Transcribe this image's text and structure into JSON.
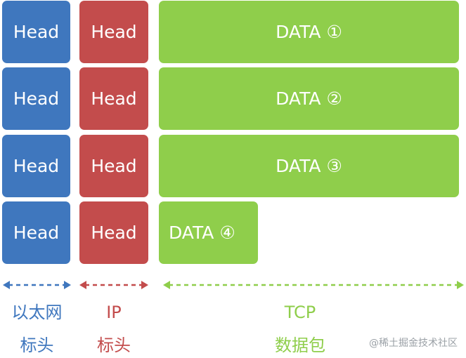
{
  "rows": [
    {
      "ethernet_head": "Head",
      "ip_head": "Head",
      "data": "DATA ①"
    },
    {
      "ethernet_head": "Head",
      "ip_head": "Head",
      "data": "DATA ②"
    },
    {
      "ethernet_head": "Head",
      "ip_head": "Head",
      "data": "DATA ③"
    },
    {
      "ethernet_head": "Head",
      "ip_head": "Head",
      "data": "DATA ④"
    }
  ],
  "labels": {
    "ethernet": {
      "line1": "以太网",
      "line2": "标头"
    },
    "ip": {
      "line1": "IP",
      "line2": "标头"
    },
    "tcp": {
      "line1": "TCP",
      "line2": "数据包"
    }
  },
  "watermark": "@稀土掘金技术社区",
  "colors": {
    "ethernet": "#3f77be",
    "ip": "#c34c4c",
    "tcp": "#8fce4b"
  }
}
